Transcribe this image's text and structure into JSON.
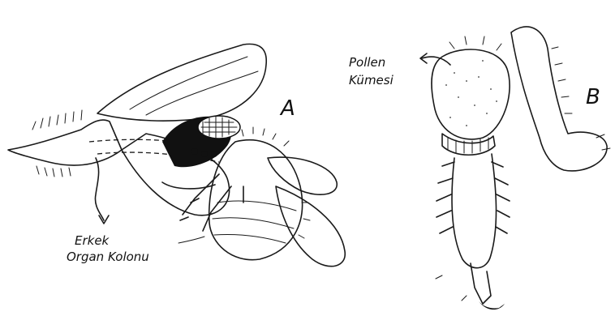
{
  "figure_a": {
    "letter": "A",
    "callout_line1": "Erkek",
    "callout_line2": "Organ Kolonu"
  },
  "figure_b": {
    "letter": "B",
    "callout_line1": "Pollen",
    "callout_line2": "Kümesi"
  }
}
